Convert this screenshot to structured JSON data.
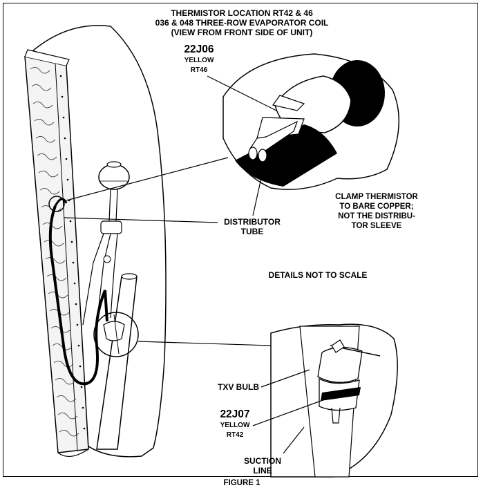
{
  "title": {
    "line1": "THERMISTOR LOCATION RT42 & 46",
    "line2": "036 & 048 THREE-ROW EVAPORATOR COIL",
    "line3": "(VIEW FROM FRONT SIDE OF UNIT)"
  },
  "connector_top": {
    "code": "22J06",
    "color": "YELLOW",
    "sensor": "RT46"
  },
  "connector_bottom": {
    "code": "22J07",
    "color": "YELLOW",
    "sensor": "RT42"
  },
  "labels": {
    "distributor_tube": [
      "DISTRIBUTOR",
      "TUBE"
    ],
    "clamp_note": [
      "CLAMP THERMISTOR",
      "TO BARE COPPER;",
      "NOT THE DISTRIBU-",
      "TOR SLEEVE"
    ],
    "scale_note": "DETAILS NOT TO SCALE",
    "txv_bulb": "TXV BULB",
    "suction_line": [
      "SUCTION",
      "LINE"
    ]
  },
  "caption": "FIGURE 1"
}
